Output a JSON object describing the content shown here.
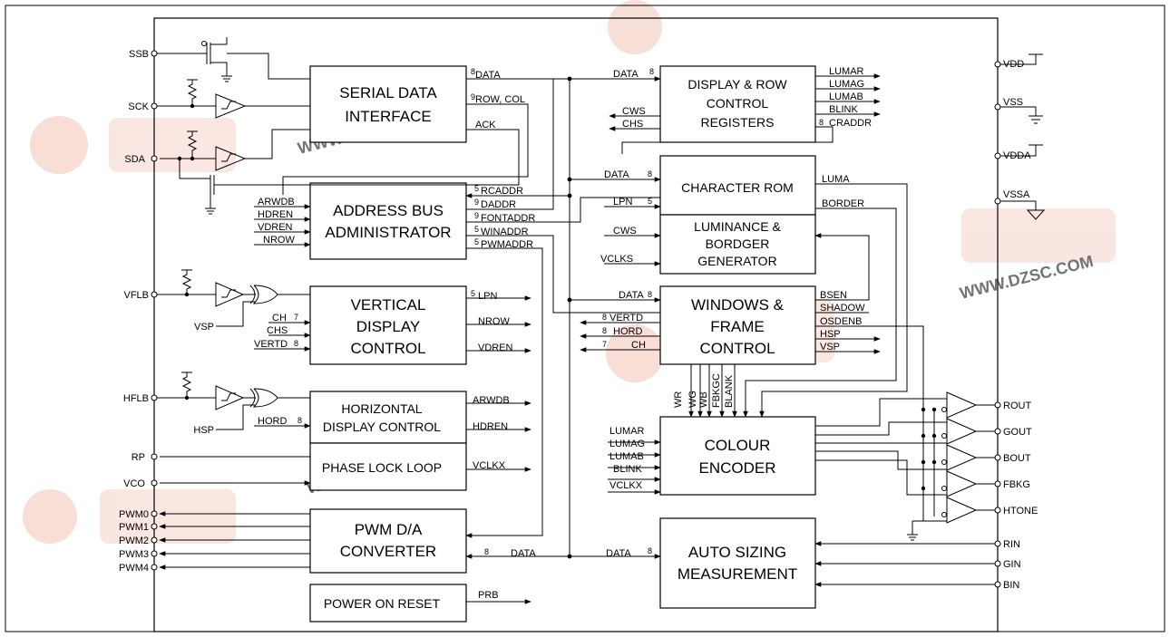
{
  "diagram": {
    "blocks": {
      "serial": [
        "SERIAL DATA",
        "INTERFACE"
      ],
      "addr": [
        "ADDRESS BUS",
        "ADMINISTRATOR"
      ],
      "vert": [
        "VERTICAL",
        "DISPLAY",
        "CONTROL"
      ],
      "horiz": [
        "HORIZONTAL",
        "DISPLAY CONTROL"
      ],
      "pll": "PHASE LOCK LOOP",
      "pwm": [
        "PWM D/A",
        "CONVERTER"
      ],
      "por": "POWER ON RESET",
      "disprow": [
        "DISPLAY & ROW",
        "CONTROL",
        "REGISTERS"
      ],
      "charrom": "CHARACTER ROM",
      "lum": [
        "LUMINANCE &",
        "BORDGER",
        "GENERATOR"
      ],
      "win": [
        "WINDOWS &",
        "FRAME",
        "CONTROL"
      ],
      "colour": [
        "COLOUR",
        "ENCODER"
      ],
      "auto": [
        "AUTO SIZING",
        "MEASUREMENT"
      ]
    },
    "pins_left": {
      "ssb": "SSB",
      "sck": "SCK",
      "sda": "SDA",
      "vflb": "VFLB",
      "vsp": "VSP",
      "hflb": "HFLB",
      "hsp": "HSP",
      "rp": "RP",
      "vco": "VCO",
      "pwm0": "PWM0",
      "pwm1": "PWM1",
      "pwm2": "PWM2",
      "pwm3": "PWM3",
      "pwm4": "PWM4"
    },
    "pins_right": {
      "vdd": "VDD",
      "vss": "VSS",
      "vdda": "VDDA",
      "vssa": "VSSA",
      "rout": "ROUT",
      "gout": "GOUT",
      "bout": "BOUT",
      "fbkg": "FBKG",
      "htone": "HTONE",
      "rin": "RIN",
      "gin": "GIN",
      "bin": "BIN"
    },
    "signals": {
      "data": "DATA",
      "row_col": "ROW, COL",
      "ack": "ACK",
      "rcaddr": "RCADDR",
      "daddr": "DADDR",
      "fontaddr": "FONTADDR",
      "winaddr": "WINADDR",
      "pwmaddr": "PWMADDR",
      "arwdb": "ARWDB",
      "hdren": "HDREN",
      "vdren": "VDREN",
      "nrow": "NROW",
      "lpn": "LPN",
      "ch": "CH",
      "chs": "CHS",
      "vertd": "VERTD",
      "hord": "HORD",
      "vclkx": "VCLKX",
      "prb": "PRB",
      "lumar": "LUMAR",
      "lumag": "LUMAG",
      "lumab": "LUMAB",
      "blink": "BLINK",
      "craddr": "CRADDR",
      "cws": "CWS",
      "luma": "LUMA",
      "border": "BORDER",
      "vclks": "VCLKS",
      "bsen": "BSEN",
      "shadow": "SHADOW",
      "osdenb": "OSDENB",
      "hsp": "HSP",
      "vsp": "VSP",
      "wr": "WR",
      "wg": "WG",
      "wb": "WB",
      "fbkgc": "FBKGC",
      "blank": "BLANK"
    },
    "bus_widths": {
      "w8": "8",
      "w9": "9",
      "w5": "5",
      "w7": "7"
    },
    "watermark": {
      "text": "WWW.DZSC.COM",
      "color": "#f2b8a8"
    }
  }
}
